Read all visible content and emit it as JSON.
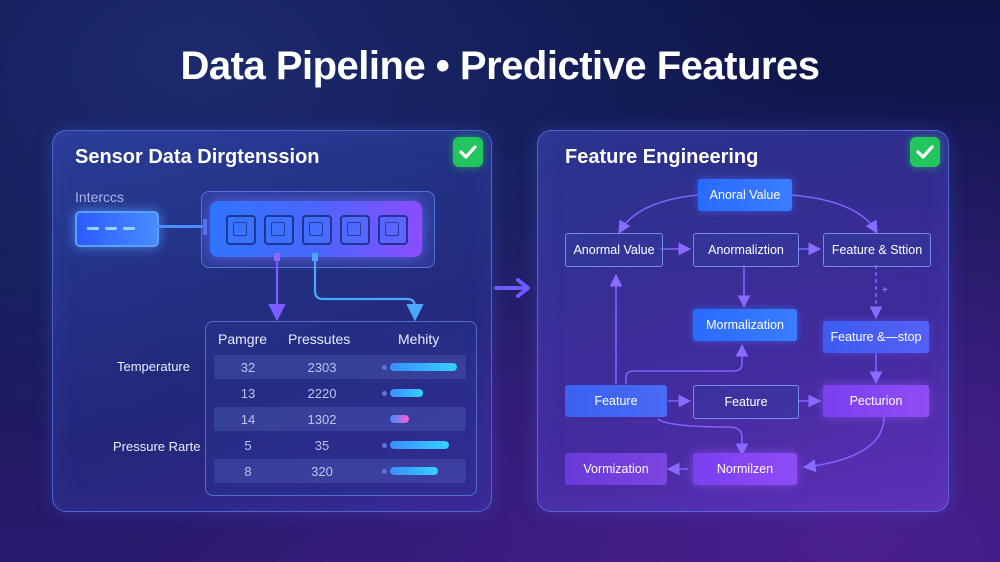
{
  "title": "Data Pipeline • Predictive Features",
  "left_panel": {
    "title": "Sensor Data Dirgtenssion",
    "subtitle": "Interccs",
    "status_color": "#22c55e",
    "table": {
      "headers": [
        "Pamgre",
        "Pressutes",
        "Mehity"
      ],
      "rows": [
        {
          "col1": "32",
          "col2": "2303",
          "bar_level": 0.9
        },
        {
          "col1": "13",
          "col2": "2220",
          "bar_level": 0.45
        },
        {
          "col1": "14",
          "col2": "1302",
          "bar_level": 0.25
        },
        {
          "col1": "5",
          "col2": "35",
          "bar_level": 0.8
        },
        {
          "col1": "8",
          "col2": "320",
          "bar_level": 0.65
        }
      ],
      "row_labels": [
        "Temperature",
        "Pressure Rarte"
      ]
    }
  },
  "right_panel": {
    "title": "Feature Engineering",
    "status_color": "#22c55e",
    "nodes": {
      "top": "Anoral Value",
      "r1c1": "Anormal Value",
      "r1c2": "Anormaliztion",
      "r1c3": "Feature & Sttion",
      "r2c2": "Mormalization",
      "r2c3": "Feature &—stop",
      "r3c1": "Feature",
      "r3c2": "Feature",
      "r3c3": "Pecturion",
      "r4c1": "Vormization",
      "r4c2": "Normilzen"
    },
    "side_mark": "+"
  },
  "colors": {
    "accent_blue": "#2a6bff",
    "accent_purple": "#8f4cf5",
    "arrow": "#7b5cff"
  }
}
